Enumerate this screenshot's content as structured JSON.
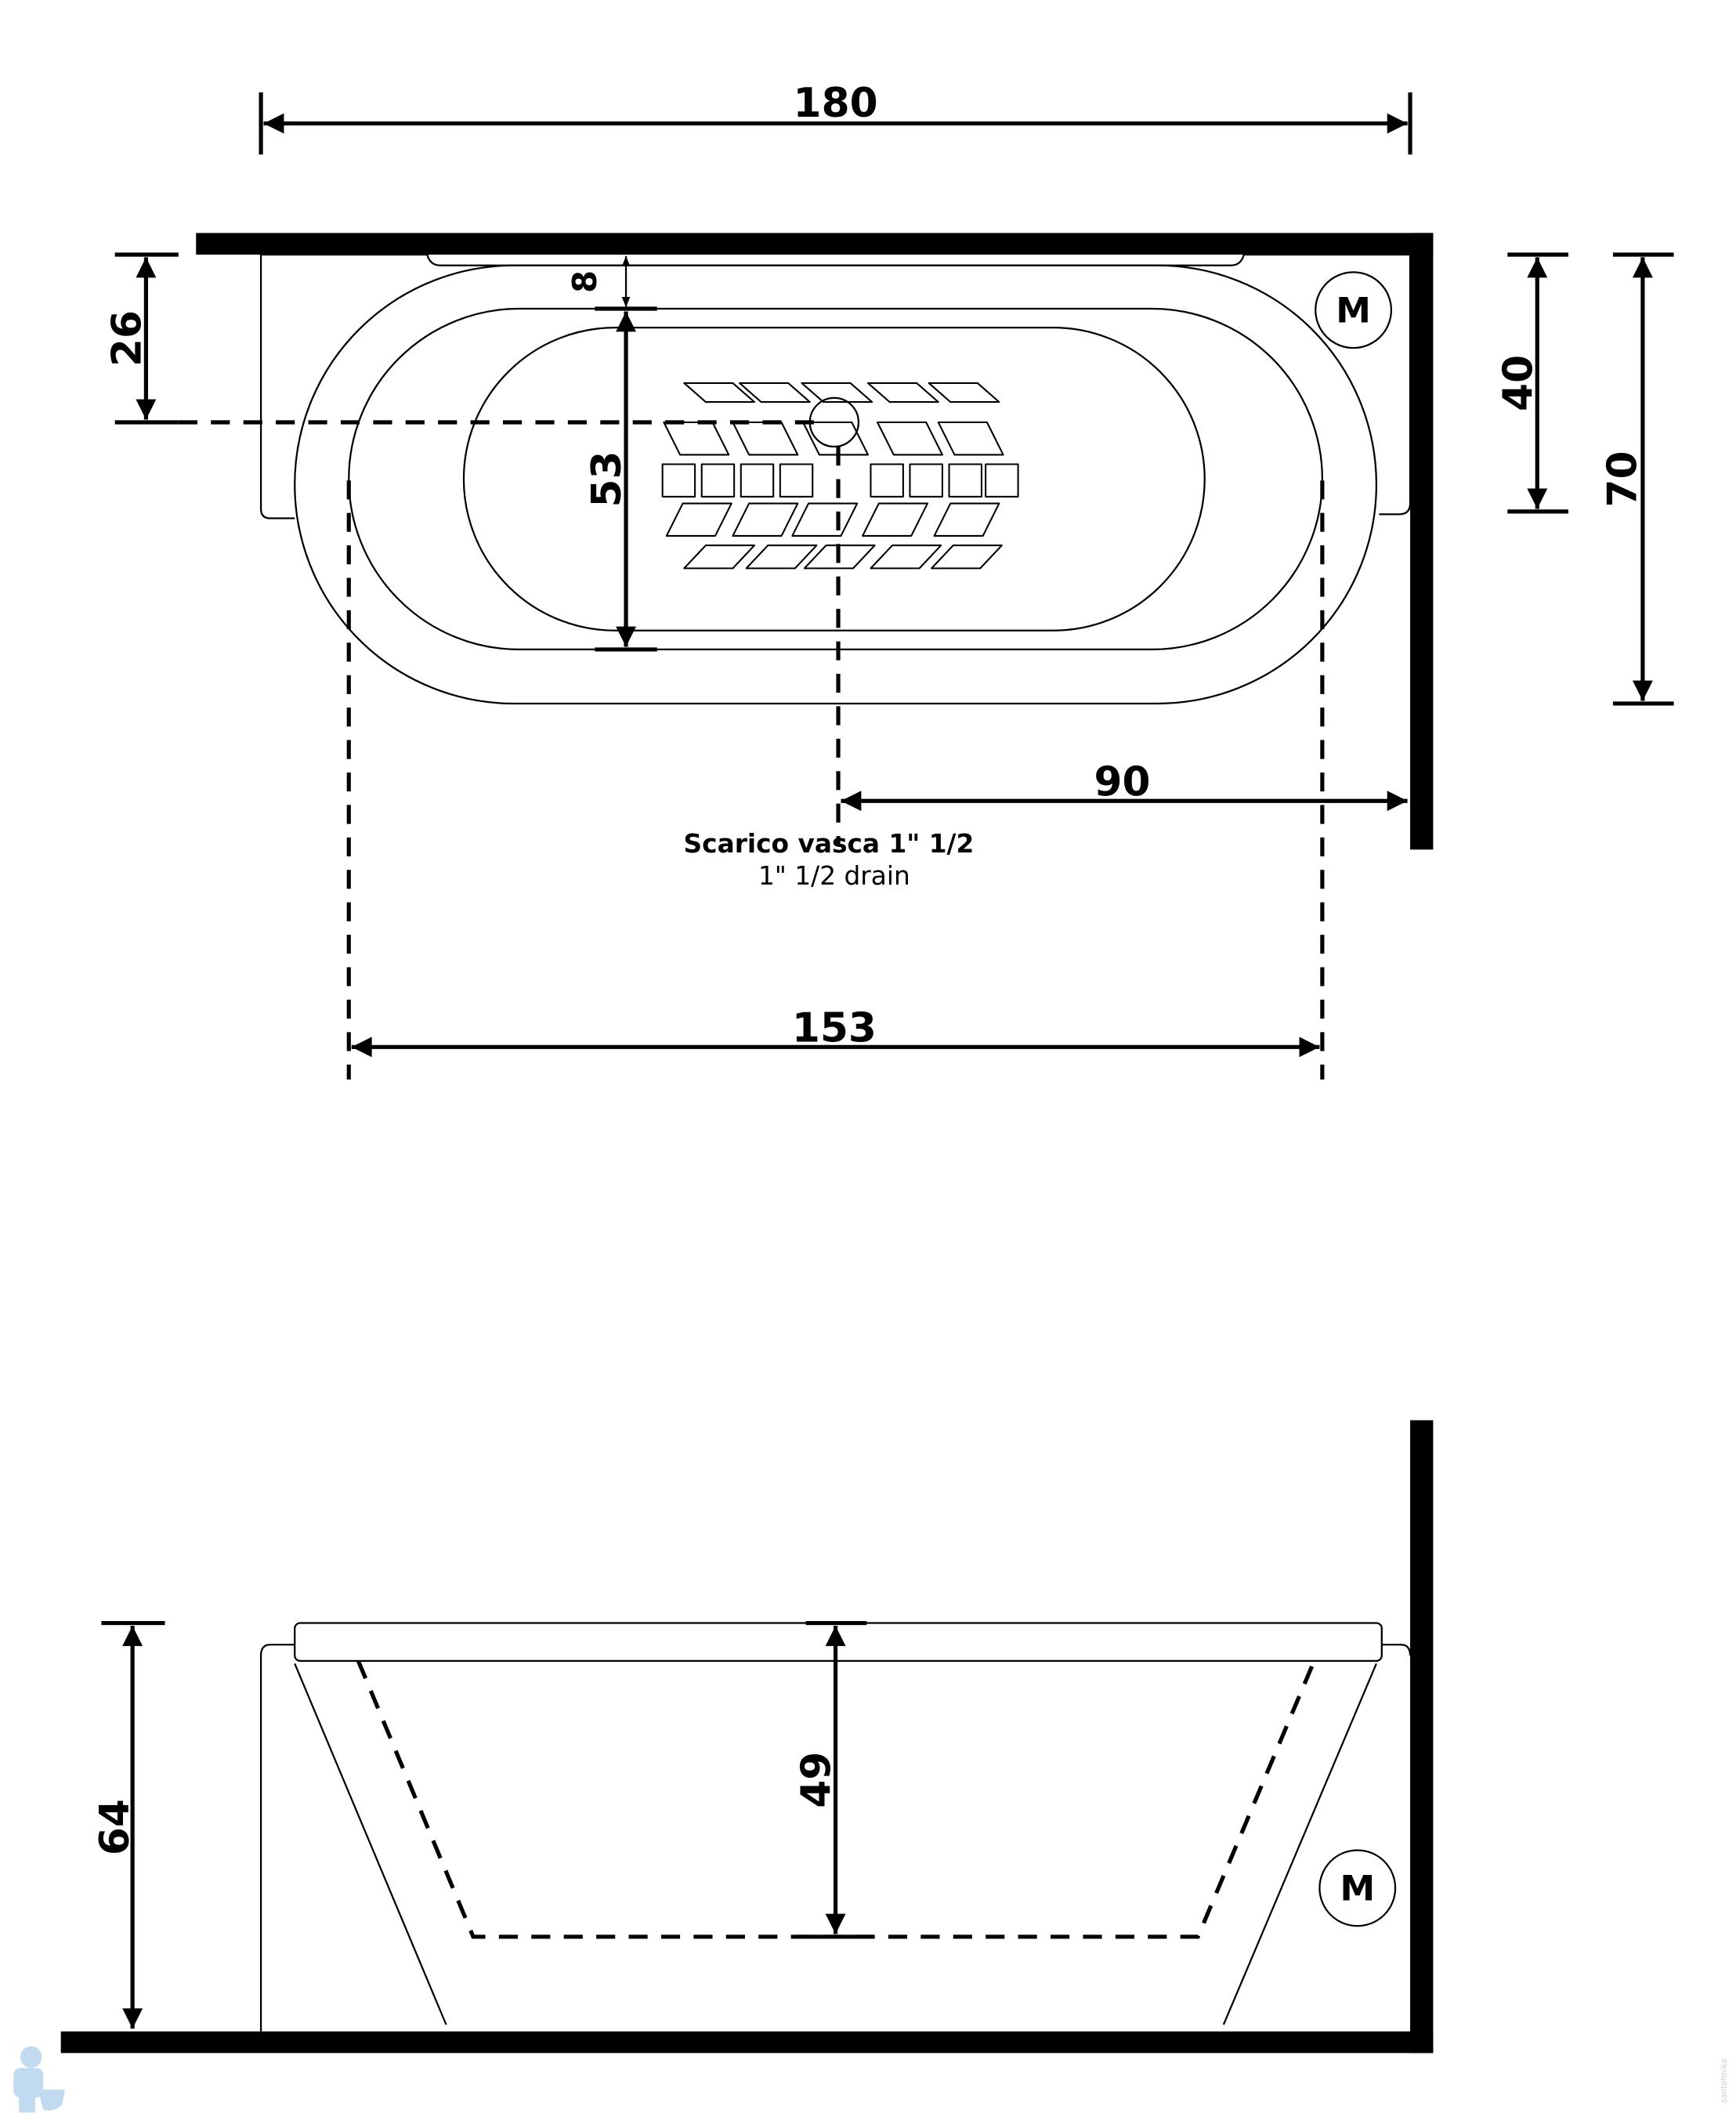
{
  "top_view": {
    "dimensions": {
      "overall_length": "180",
      "edge_to_drain": "26",
      "rim_offset": "8",
      "basin_width": "53",
      "motor_depth": "40",
      "overall_width": "70",
      "drain_to_wall": "90",
      "inner_length": "153"
    },
    "motor_label": "M",
    "drain_note": {
      "title_it": "Scarico vasca 1\" 1/2",
      "title_en": "1\" 1/2  drain"
    }
  },
  "side_view": {
    "dimensions": {
      "overall_height": "64",
      "inner_depth": "49"
    },
    "motor_label": "M"
  },
  "watermark": "santehnika",
  "colors": {
    "line": "#000000",
    "logo": "#bcd6ee",
    "background": "#ffffff"
  }
}
